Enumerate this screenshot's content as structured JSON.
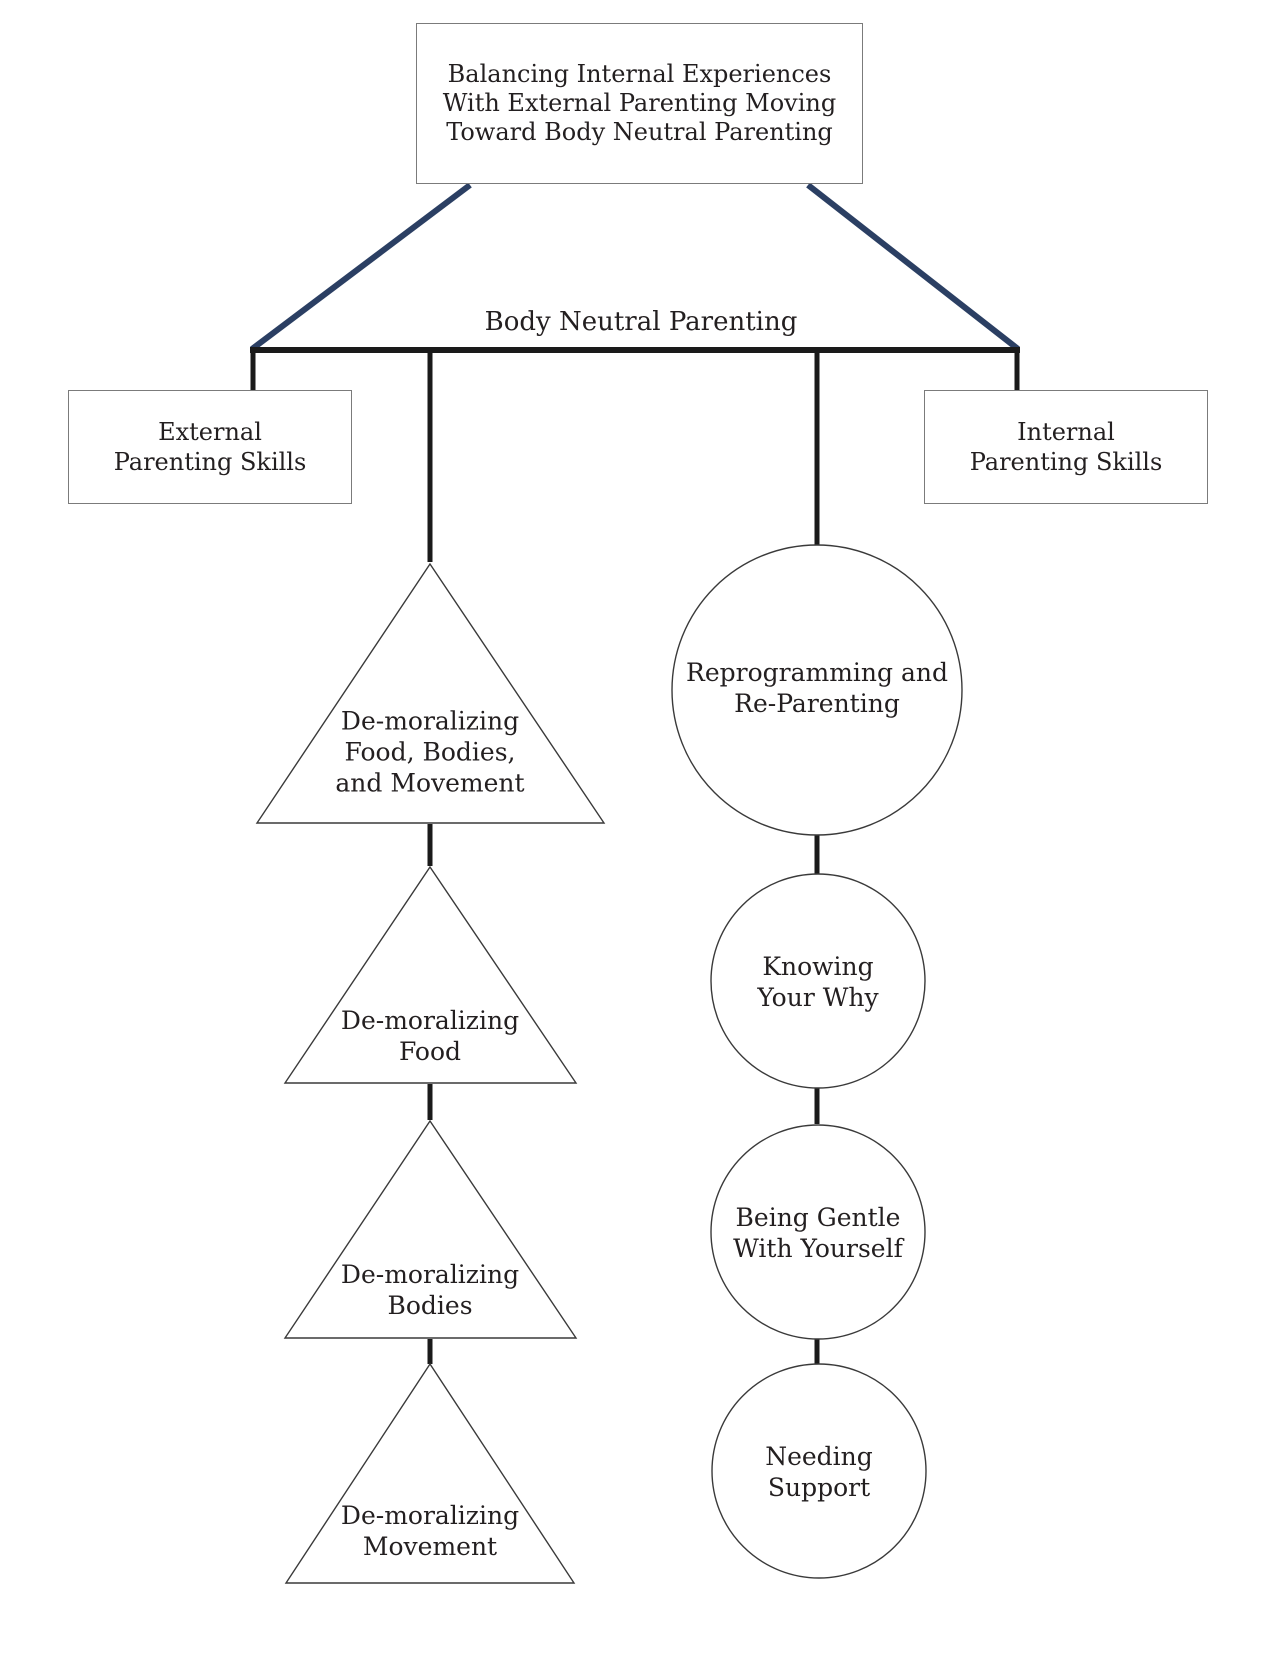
{
  "colors": {
    "background": "#ffffff",
    "text": "#231f20",
    "connector_black": "#1a1a1a",
    "diagonal_navy": "#2b3f63",
    "box_border_gray": "#7b7b7b",
    "shape_outline": "#3a3a3a"
  },
  "root": {
    "label": "Balancing Internal Experiences\nWith External Parenting Moving\nToward Body Neutral Parenting"
  },
  "trunk_label": "Body Neutral Parenting",
  "branches": {
    "external": {
      "label": "External\nParenting Skills"
    },
    "internal": {
      "label": "Internal\nParenting Skills"
    }
  },
  "external_steps": [
    {
      "shape": "triangle",
      "label": "De-moralizing\nFood, Bodies,\nand Movement"
    },
    {
      "shape": "triangle",
      "label": "De-moralizing\nFood"
    },
    {
      "shape": "triangle",
      "label": "De-moralizing\nBodies"
    },
    {
      "shape": "triangle",
      "label": "De-moralizing\nMovement"
    }
  ],
  "internal_steps": [
    {
      "shape": "circle",
      "label": "Reprogramming and\nRe-Parenting"
    },
    {
      "shape": "circle",
      "label": "Knowing\nYour Why"
    },
    {
      "shape": "circle",
      "label": "Being Gentle\nWith Yourself"
    },
    {
      "shape": "circle",
      "label": "Needing\nSupport"
    }
  ]
}
